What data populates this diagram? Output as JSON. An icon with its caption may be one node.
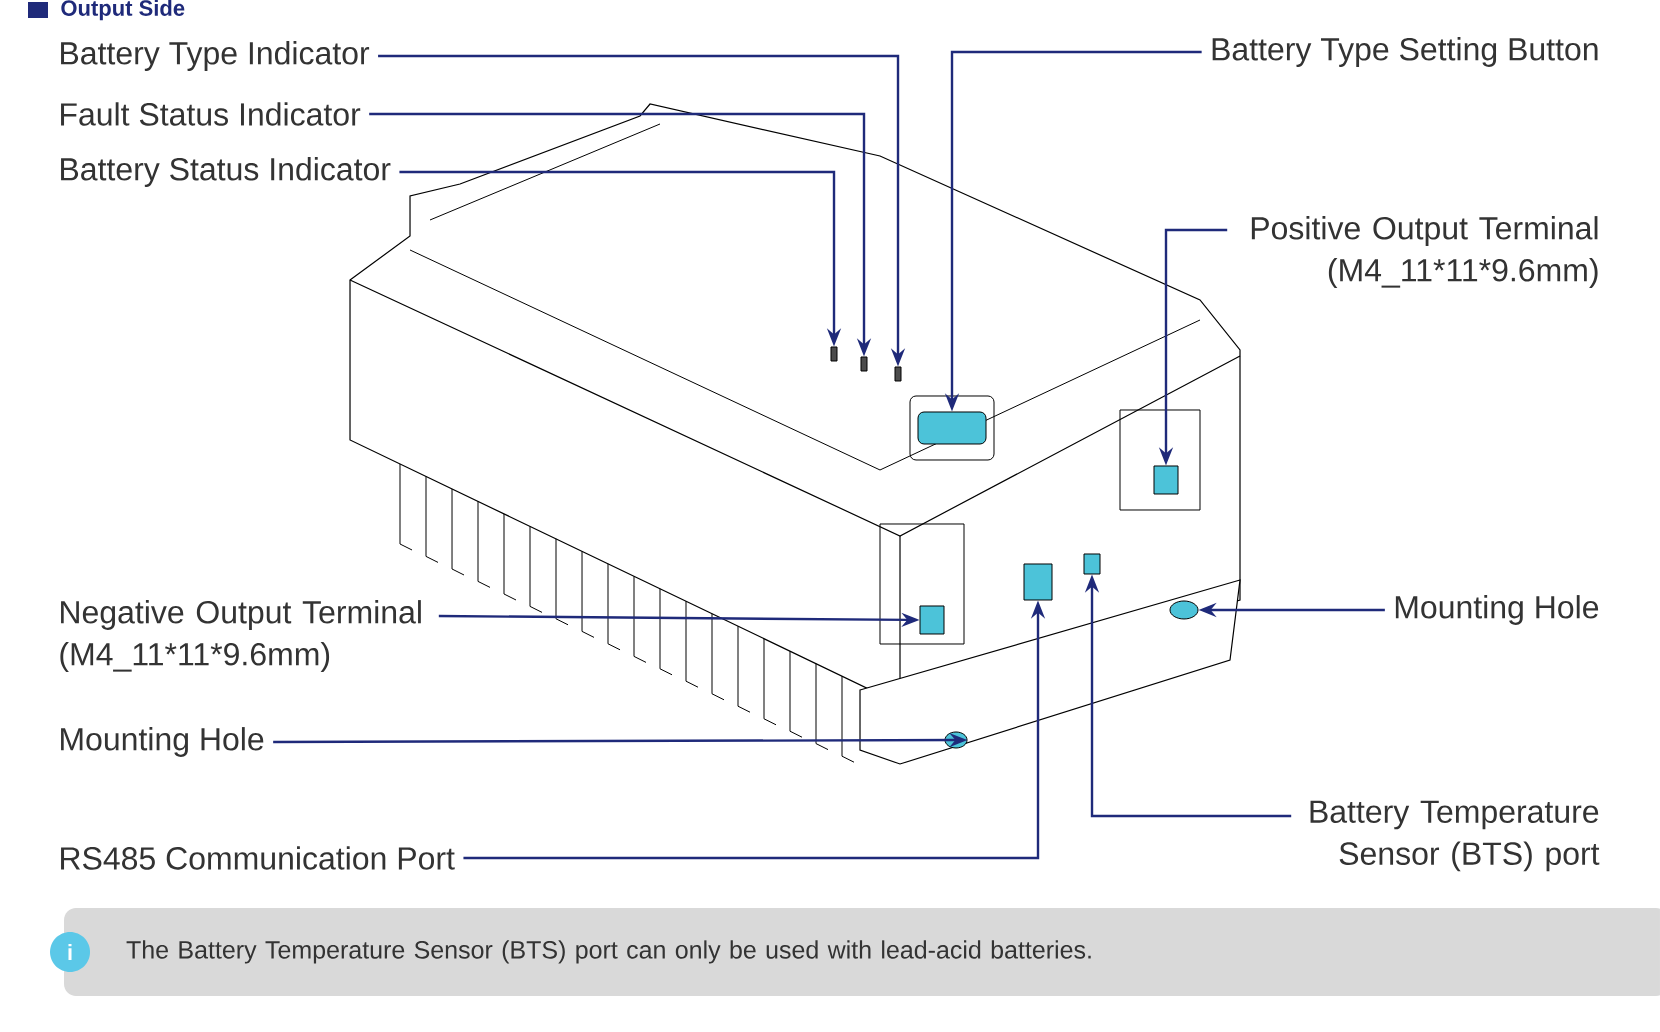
{
  "diagram": {
    "title": "Output Side",
    "nodes": [
      {
        "text": [
          "Battery Type Indicator"
        ]
      },
      {
        "text": [
          "Fault Status Indicator"
        ]
      },
      {
        "text": [
          "Battery Status Indicator"
        ]
      },
      {
        "text": [
          "Battery Type Setting Button"
        ]
      },
      {
        "text": [
          "Positive Output Terminal (M4_11*11*9.6mm)"
        ]
      },
      {
        "text": [
          "Negative Output Terminal (M4_11*11*9.6mm)"
        ]
      },
      {
        "text": [
          "Mounting Hole"
        ]
      },
      {
        "text": [
          "Mounting Hole"
        ]
      },
      {
        "text": [
          "RS485 Communication Port"
        ]
      },
      {
        "text": [
          "Battery Temperature Sensor (BTS) port"
        ]
      },
      {
        "text": [
          "The Battery Temperature Sensor (BTS) port can only be used with lead-acid batteries."
        ]
      },
      {
        "text": [],
        "shape": "bar"
      },
      {
        "text": [],
        "shape": "bar"
      },
      {
        "text": [],
        "shape": "bar"
      },
      {
        "text": [],
        "shape": "box"
      },
      {
        "text": [],
        "shape": "box"
      },
      {
        "text": [],
        "shape": "box"
      },
      {
        "text": [],
        "shape": "circle"
      },
      {
        "text": [],
        "shape": "circle"
      },
      {
        "text": [],
        "shape": "box"
      },
      {
        "text": [],
        "shape": "box"
      }
    ],
    "edges": [
      {
        "from": 0,
        "to": 13,
        "arrow": "to"
      },
      {
        "from": 1,
        "to": 12,
        "arrow": "to"
      },
      {
        "from": 2,
        "to": 11,
        "arrow": "to"
      },
      {
        "from": 3,
        "to": 14,
        "arrow": "to"
      },
      {
        "from": 4,
        "to": 15,
        "arrow": "to"
      },
      {
        "from": 5,
        "to": 16,
        "arrow": "to"
      },
      {
        "from": 6,
        "to": 17,
        "arrow": "to"
      },
      {
        "from": 7,
        "to": 18,
        "arrow": "to"
      },
      {
        "from": 8,
        "to": 19,
        "arrow": "to"
      },
      {
        "from": 9,
        "to": 20,
        "arrow": "to"
      }
    ],
    "labels": [
      "i"
    ]
  }
}
